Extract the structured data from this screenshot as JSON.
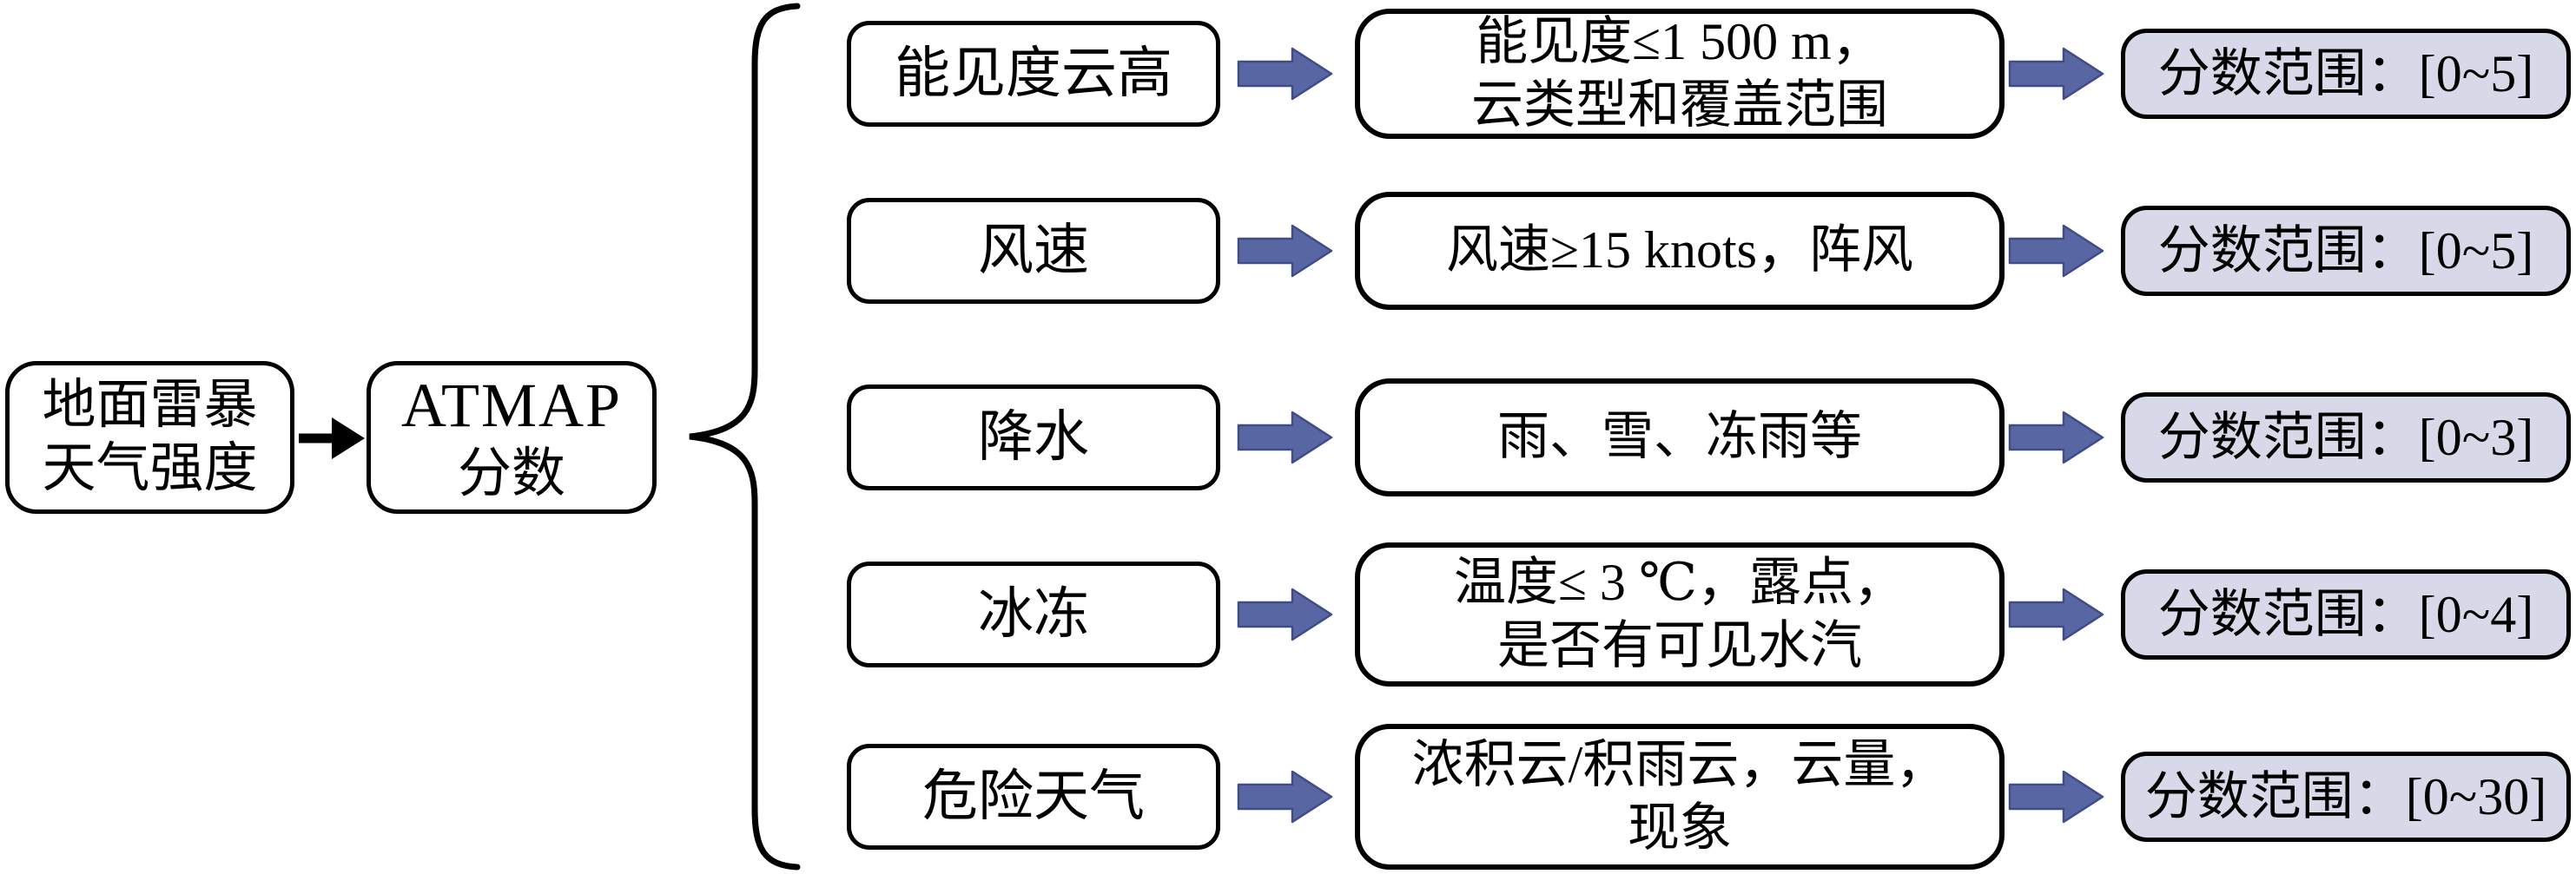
{
  "diagram": {
    "source_box": {
      "lines": [
        "地面雷暴",
        "天气强度"
      ]
    },
    "atmap_box": {
      "lines": [
        "ATMAP",
        "分数"
      ]
    },
    "rows": [
      {
        "category": "能见度云高",
        "desc_lines": [
          "能见度≤1 500 m，",
          "云类型和覆盖范围"
        ],
        "score_range": "分数范围：[0~5]"
      },
      {
        "category": "风速",
        "desc_lines": [
          "风速≥15 knots，阵风"
        ],
        "score_range": "分数范围：[0~5]"
      },
      {
        "category": "降水",
        "desc_lines": [
          "雨、雪、冻雨等"
        ],
        "score_range": "分数范围：[0~3]"
      },
      {
        "category": "冰冻",
        "desc_lines": [
          "温度≤ 3 ℃，露点，",
          "是否有可见水汽"
        ],
        "score_range": "分数范围：[0~4]"
      },
      {
        "category": "危险天气",
        "desc_lines": [
          "浓积云/积雨云，云量，",
          "现象"
        ],
        "score_range": "分数范围：[0~30]"
      }
    ],
    "colors": {
      "arrow_fill": "#5867a4",
      "arrow_stroke": "#3f4c85",
      "score_fill": "#d8d9e8",
      "line_color": "#000000",
      "background": "#ffffff"
    }
  }
}
